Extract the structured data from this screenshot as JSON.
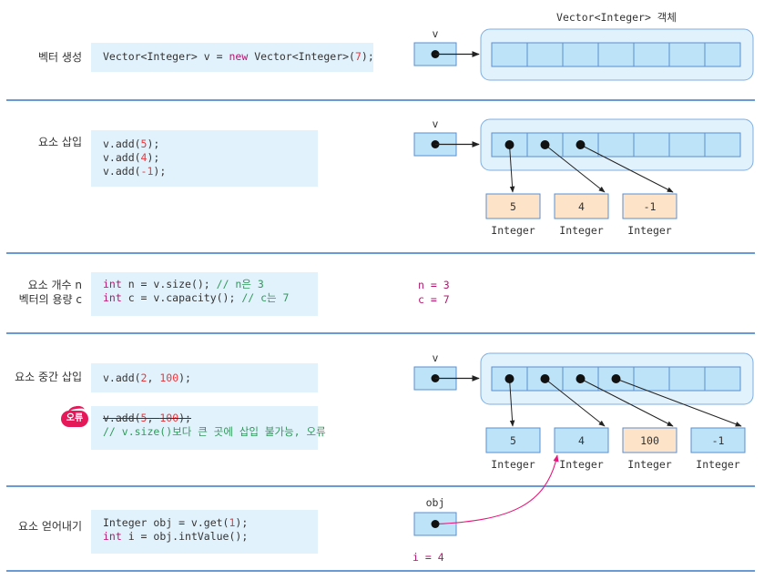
{
  "colors": {
    "divider": "#6a9ad6",
    "code_bg": "#e2f2fc",
    "number": "#e8383d",
    "keyword": "#b0186f",
    "comment": "#2e9a5a",
    "ref_box": "#bde3f8",
    "ref_border": "#5b8fd0",
    "container_bg": "#e2f2fc",
    "new_integer": "#fde3c8",
    "error_badge": "#e5185a",
    "get_arrow": "#e5187a"
  },
  "sections": [
    {
      "label": "벡터 생성",
      "code": [
        {
          "parts": [
            {
              "t": "Vector<Integer> v = ",
              "c": ""
            },
            {
              "t": "new",
              "c": "kw"
            },
            {
              "t": " Vector<Integer>(",
              "c": ""
            },
            {
              "t": "7",
              "c": "num"
            },
            {
              "t": ");",
              "c": ""
            }
          ]
        }
      ],
      "diagram": {
        "var_name": "v",
        "container_caption": "Vector<Integer> 객체",
        "capacity": 7,
        "elements": []
      }
    },
    {
      "label": "요소 삽입",
      "code": [
        {
          "parts": [
            {
              "t": "v.add(",
              "c": ""
            },
            {
              "t": "5",
              "c": "num"
            },
            {
              "t": ");",
              "c": ""
            }
          ]
        },
        {
          "parts": [
            {
              "t": "v.add(",
              "c": ""
            },
            {
              "t": "4",
              "c": "num"
            },
            {
              "t": ");",
              "c": ""
            }
          ]
        },
        {
          "parts": [
            {
              "t": "v.add(",
              "c": ""
            },
            {
              "t": "-1",
              "c": "num"
            },
            {
              "t": ");",
              "c": ""
            }
          ]
        }
      ],
      "diagram": {
        "var_name": "v",
        "capacity": 7,
        "elements": [
          {
            "value": "5",
            "type": "Integer",
            "new": true
          },
          {
            "value": "4",
            "type": "Integer",
            "new": true
          },
          {
            "value": "-1",
            "type": "Integer",
            "new": true
          }
        ]
      }
    },
    {
      "label_lines": [
        "요소 개수 n",
        "벡터의 용량 c"
      ],
      "code": [
        {
          "parts": [
            {
              "t": "int",
              "c": "kw"
            },
            {
              "t": " n = v.size(); ",
              "c": ""
            },
            {
              "t": "// n은 3",
              "c": "cm"
            }
          ]
        },
        {
          "parts": [
            {
              "t": "int",
              "c": "kw"
            },
            {
              "t": " c = v.capacity(); ",
              "c": ""
            },
            {
              "t": "// c는 7",
              "c": "cm"
            }
          ]
        }
      ],
      "readouts": [
        "n = 3",
        "c = 7"
      ]
    },
    {
      "label": "요소 중간 삽입",
      "code": [
        {
          "parts": [
            {
              "t": "v.add(",
              "c": ""
            },
            {
              "t": "2",
              "c": "num"
            },
            {
              "t": ", ",
              "c": ""
            },
            {
              "t": "100",
              "c": "num"
            },
            {
              "t": ");",
              "c": ""
            }
          ]
        }
      ],
      "error": {
        "badge": "오류",
        "code": [
          {
            "strike": true,
            "parts": [
              {
                "t": "v.add(",
                "c": ""
              },
              {
                "t": "5",
                "c": "num"
              },
              {
                "t": ", ",
                "c": ""
              },
              {
                "t": "100",
                "c": "num"
              },
              {
                "t": ");",
                "c": ""
              }
            ]
          },
          {
            "parts": [
              {
                "t": "// v.size()보다 큰 곳에 삽입 불가능, 오류",
                "c": "cm"
              }
            ]
          }
        ]
      },
      "diagram": {
        "var_name": "v",
        "capacity": 7,
        "elements": [
          {
            "value": "5",
            "type": "Integer",
            "new": false
          },
          {
            "value": "4",
            "type": "Integer",
            "new": false
          },
          {
            "value": "100",
            "type": "Integer",
            "new": true
          },
          {
            "value": "-1",
            "type": "Integer",
            "new": false
          }
        ]
      }
    },
    {
      "label": "요소 얻어내기",
      "code": [
        {
          "parts": [
            {
              "t": "Integer obj = v.get(",
              "c": ""
            },
            {
              "t": "1",
              "c": "num"
            },
            {
              "t": ");",
              "c": ""
            }
          ]
        },
        {
          "parts": [
            {
              "t": "int",
              "c": "kw"
            },
            {
              "t": " i = obj.intValue();",
              "c": ""
            }
          ]
        }
      ],
      "diagram": {
        "var_name": "obj",
        "points_to_element_index": 1
      },
      "readout": "i = 4"
    }
  ]
}
